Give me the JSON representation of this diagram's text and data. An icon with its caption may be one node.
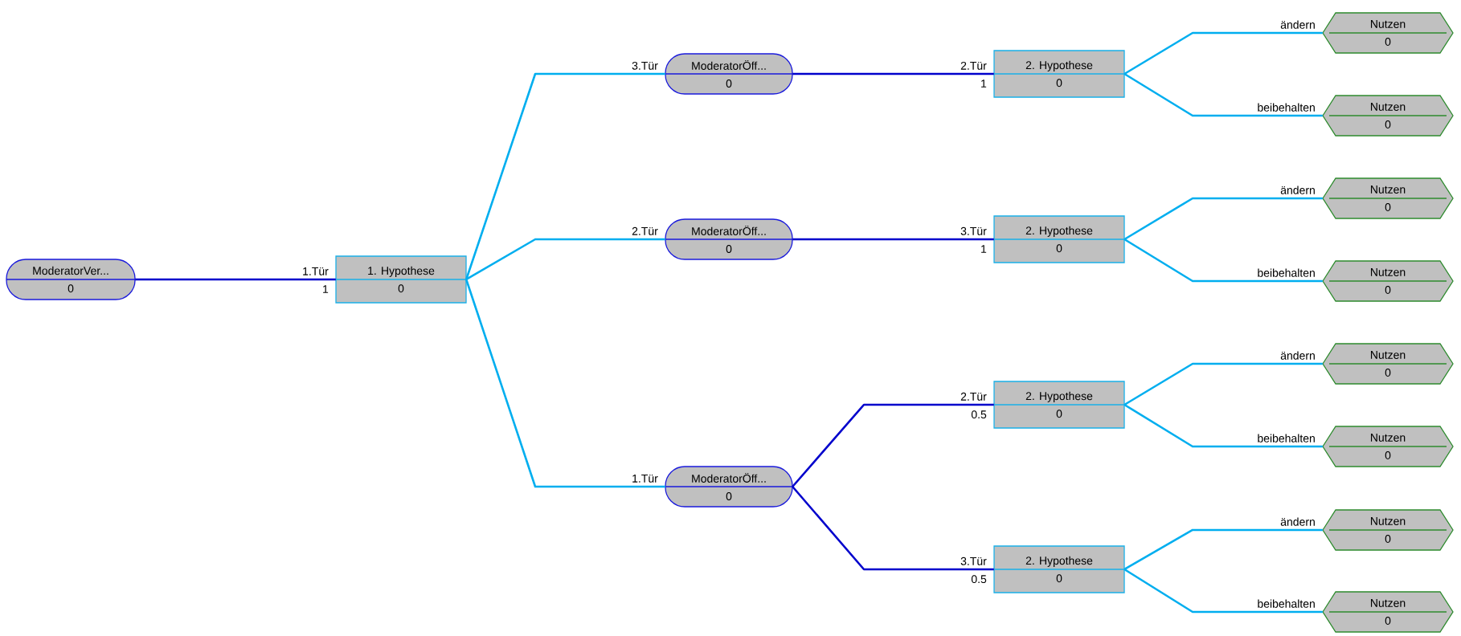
{
  "diagram": {
    "nodes": [
      {
        "text": [
          "ModeratorVer...",
          "0"
        ]
      },
      {
        "text": [
          "1. Hypothese",
          "0"
        ]
      },
      {
        "text": [
          "ModeratorÖff...",
          "0"
        ]
      },
      {
        "text": [
          "ModeratorÖff...",
          "0"
        ]
      },
      {
        "text": [
          "ModeratorÖff...",
          "0"
        ]
      },
      {
        "text": [
          "2. Hypothese",
          "0"
        ]
      },
      {
        "text": [
          "2. Hypothese",
          "0"
        ]
      },
      {
        "text": [
          "2. Hypothese",
          "0"
        ]
      },
      {
        "text": [
          "2. Hypothese",
          "0"
        ]
      },
      {
        "text": [
          "Nutzen",
          "0"
        ]
      },
      {
        "text": [
          "Nutzen",
          "0"
        ]
      },
      {
        "text": [
          "Nutzen",
          "0"
        ]
      },
      {
        "text": [
          "Nutzen",
          "0"
        ]
      },
      {
        "text": [
          "Nutzen",
          "0"
        ]
      },
      {
        "text": [
          "Nutzen",
          "0"
        ]
      },
      {
        "text": [
          "Nutzen",
          "0"
        ]
      },
      {
        "text": [
          "Nutzen",
          "0"
        ]
      }
    ],
    "edges": [
      {
        "from": 0,
        "to": 1,
        "arrow": "none",
        "label": "1.Tür",
        "color": "#0000cc"
      },
      {
        "from": 1,
        "to": 2,
        "arrow": "none",
        "label": "3.Tür"
      },
      {
        "from": 1,
        "to": 3,
        "arrow": "none",
        "label": "2.Tür"
      },
      {
        "from": 1,
        "to": 4,
        "arrow": "none",
        "label": "1.Tür"
      },
      {
        "from": 2,
        "to": 5,
        "arrow": "none",
        "label": "2.Tür",
        "color": "#0000cc"
      },
      {
        "from": 3,
        "to": 6,
        "arrow": "none",
        "label": "3.Tür",
        "color": "#0000cc"
      },
      {
        "from": 4,
        "to": 7,
        "arrow": "none",
        "label": "2.Tür",
        "color": "#0000cc"
      },
      {
        "from": 4,
        "to": 8,
        "arrow": "none",
        "label": "3.Tür",
        "color": "#0000cc"
      },
      {
        "from": 5,
        "to": 9,
        "arrow": "none",
        "label": "ändern"
      },
      {
        "from": 5,
        "to": 10,
        "arrow": "none",
        "label": "beibehalten"
      },
      {
        "from": 6,
        "to": 11,
        "arrow": "none",
        "label": "ändern"
      },
      {
        "from": 6,
        "to": 12,
        "arrow": "none",
        "label": "beibehalten"
      },
      {
        "from": 7,
        "to": 13,
        "arrow": "none",
        "label": "ändern"
      },
      {
        "from": 7,
        "to": 14,
        "arrow": "none",
        "label": "beibehalten"
      },
      {
        "from": 8,
        "to": 15,
        "arrow": "none",
        "label": "ändern"
      },
      {
        "from": 8,
        "to": 16,
        "arrow": "none",
        "label": "beibehalten"
      }
    ],
    "labels": [
      "1",
      "1",
      "1",
      "0.5",
      "0.5"
    ]
  }
}
